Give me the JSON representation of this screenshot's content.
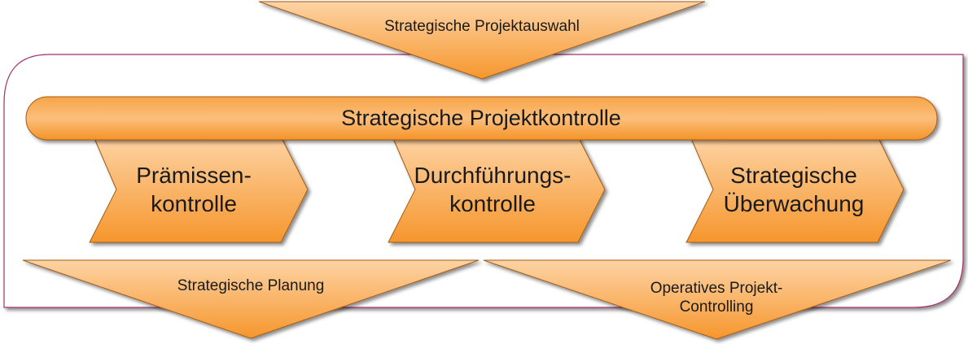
{
  "top_arrow": {
    "label": "Strategische Projektauswahl"
  },
  "banner": {
    "label": "Strategische Projektkontrolle"
  },
  "chevrons": [
    {
      "label": "Prämissen-\nkontrolle"
    },
    {
      "label": "Durchführungs-\nkontrolle"
    },
    {
      "label": "Strategische\nÜberwachung"
    }
  ],
  "bottom_arrows": [
    {
      "label": "Strategische Planung"
    },
    {
      "label": "Operatives Projekt-\nControlling"
    }
  ],
  "colors": {
    "fill_light": "#fcc58a",
    "fill_dark": "#f6962d",
    "outline": "#a35b14",
    "frame": "#a0306a"
  }
}
